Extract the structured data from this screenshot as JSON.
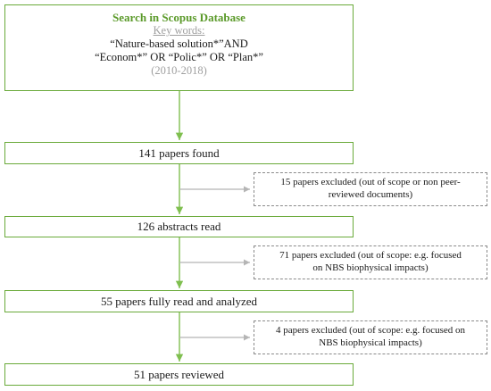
{
  "search": {
    "title": "Search in Scopus Database",
    "keywords_label": "Key words:",
    "keywords_line1": "“Nature-based solution*”AND",
    "keywords_line2": "“Econom*” OR “Polic*” OR “Plan*”",
    "years": "(2010-2018)"
  },
  "steps": [
    {
      "label": "141 papers found"
    },
    {
      "label": "126 abstracts read"
    },
    {
      "label": "55 papers fully read and analyzed"
    },
    {
      "label": "51 papers reviewed"
    }
  ],
  "exclusions": [
    {
      "line1": "15 papers excluded (out of scope or non peer-",
      "line2": "reviewed documents)"
    },
    {
      "line1": "71 papers excluded (out of scope: e.g. focused",
      "line2": "on NBS biophysical impacts)"
    },
    {
      "line1": "4 papers excluded (out of scope: e.g. focused on",
      "line2": "NBS biophysical impacts)"
    }
  ],
  "colors": {
    "box_border": "#6aaa3a",
    "title_green": "#5b9a2a",
    "muted_gray": "#a0a0a0",
    "dashed_border": "#8a8a8a",
    "connector": "#7fbf4f",
    "side_arrow": "#b5b5b5"
  }
}
